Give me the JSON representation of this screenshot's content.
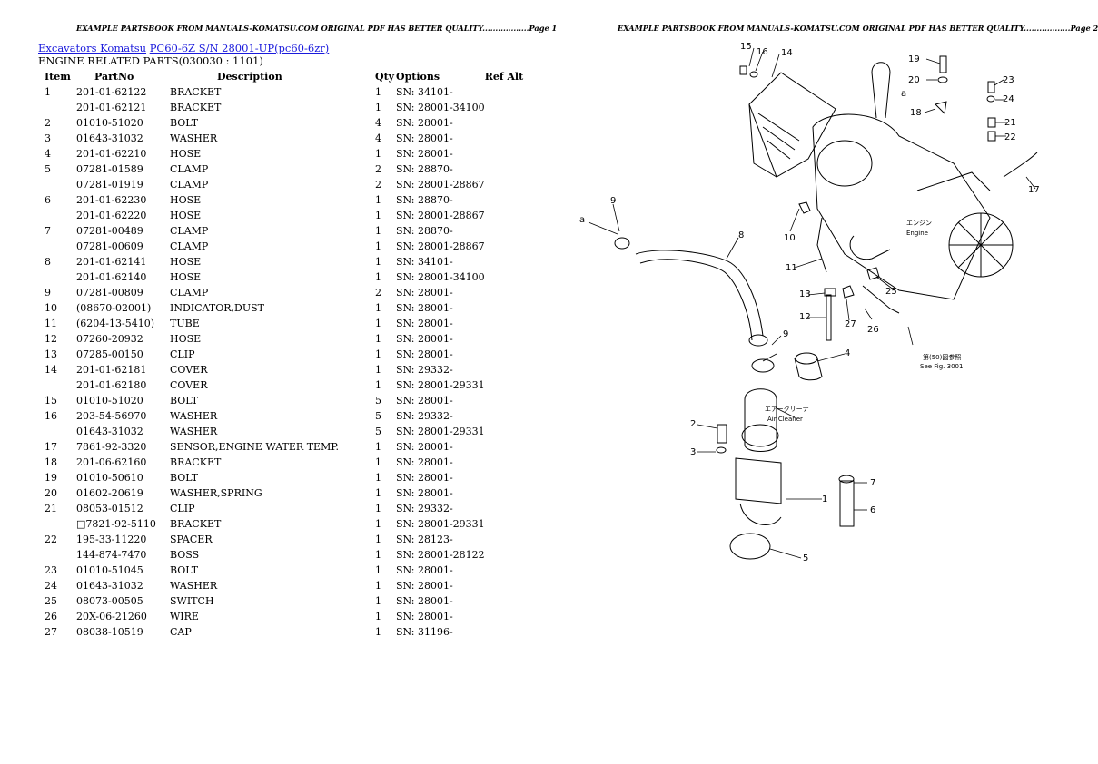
{
  "header": {
    "page1": "EXAMPLE PARTSBOOK FROM MANUALS-KOMATSU.COM ORIGINAL PDF HAS BETTER QUALITY..................Page 1",
    "page2": "EXAMPLE PARTSBOOK FROM MANUALS-KOMATSU.COM ORIGINAL PDF HAS BETTER QUALITY..................Page 2"
  },
  "breadcrumb": {
    "link1": "Excavators Komatsu",
    "link2": "PC60-6Z S/N 28001-UP(pc60-6zr)"
  },
  "subtitle": "ENGINE RELATED PARTS(030030 : 1101)",
  "table": {
    "headers": [
      "Item",
      "PartNo",
      "Description",
      "Qty",
      "Options",
      "Ref Alt"
    ],
    "rows": [
      [
        "1",
        "201-01-62122",
        "BRACKET",
        "1",
        "SN: 34101-"
      ],
      [
        "",
        "201-01-62121",
        "BRACKET",
        "1",
        "SN: 28001-34100"
      ],
      [
        "2",
        "01010-51020",
        "BOLT",
        "4",
        "SN: 28001-"
      ],
      [
        "3",
        "01643-31032",
        "WASHER",
        "4",
        "SN: 28001-"
      ],
      [
        "4",
        "201-01-62210",
        "HOSE",
        "1",
        "SN: 28001-"
      ],
      [
        "5",
        "07281-01589",
        "CLAMP",
        "2",
        "SN: 28870-"
      ],
      [
        "",
        "07281-01919",
        "CLAMP",
        "2",
        "SN: 28001-28867"
      ],
      [
        "6",
        "201-01-62230",
        "HOSE",
        "1",
        "SN: 28870-"
      ],
      [
        "",
        "201-01-62220",
        "HOSE",
        "1",
        "SN: 28001-28867"
      ],
      [
        "7",
        "07281-00489",
        "CLAMP",
        "1",
        "SN: 28870-"
      ],
      [
        "",
        "07281-00609",
        "CLAMP",
        "1",
        "SN: 28001-28867"
      ],
      [
        "8",
        "201-01-62141",
        "HOSE",
        "1",
        "SN: 34101-"
      ],
      [
        "",
        "201-01-62140",
        "HOSE",
        "1",
        "SN: 28001-34100"
      ],
      [
        "9",
        "07281-00809",
        "CLAMP",
        "2",
        "SN: 28001-"
      ],
      [
        "10",
        "(08670-02001)",
        "INDICATOR,DUST",
        "1",
        "SN: 28001-"
      ],
      [
        "11",
        "(6204-13-5410)",
        "TUBE",
        "1",
        "SN: 28001-"
      ],
      [
        "12",
        "07260-20932",
        "HOSE",
        "1",
        "SN: 28001-"
      ],
      [
        "13",
        "07285-00150",
        "CLIP",
        "1",
        "SN: 28001-"
      ],
      [
        "14",
        "201-01-62181",
        "COVER",
        "1",
        "SN: 29332-"
      ],
      [
        "",
        "201-01-62180",
        "COVER",
        "1",
        "SN: 28001-29331"
      ],
      [
        "15",
        "01010-51020",
        "BOLT",
        "5",
        "SN: 28001-"
      ],
      [
        "16",
        "203-54-56970",
        "WASHER",
        "5",
        "SN: 29332-"
      ],
      [
        "",
        "01643-31032",
        "WASHER",
        "5",
        "SN: 28001-29331"
      ],
      [
        "17",
        "7861-92-3320",
        "SENSOR,ENGINE WATER TEMP.",
        "1",
        "SN: 28001-"
      ],
      [
        "18",
        "201-06-62160",
        "BRACKET",
        "1",
        "SN: 28001-"
      ],
      [
        "19",
        "01010-50610",
        "BOLT",
        "1",
        "SN: 28001-"
      ],
      [
        "20",
        "01602-20619",
        "WASHER,SPRING",
        "1",
        "SN: 28001-"
      ],
      [
        "21",
        "08053-01512",
        "CLIP",
        "1",
        "SN: 29332-"
      ],
      [
        "",
        "□7821-92-5110",
        "BRACKET",
        "1",
        "SN: 28001-29331"
      ],
      [
        "22",
        "195-33-11220",
        "SPACER",
        "1",
        "SN: 28123-"
      ],
      [
        "",
        "144-874-7470",
        "BOSS",
        "1",
        "SN: 28001-28122"
      ],
      [
        "23",
        "01010-51045",
        "BOLT",
        "1",
        "SN: 28001-"
      ],
      [
        "24",
        "01643-31032",
        "WASHER",
        "1",
        "SN: 28001-"
      ],
      [
        "25",
        "08073-00505",
        "SWITCH",
        "1",
        "SN: 28001-"
      ],
      [
        "26",
        "20X-06-21260",
        "WIRE",
        "1",
        "SN: 28001-"
      ],
      [
        "27",
        "08038-10519",
        "CAP",
        "1",
        "SN: 31196-"
      ]
    ]
  },
  "diagram": {
    "callouts": [
      "1",
      "2",
      "3",
      "4",
      "5",
      "6",
      "7",
      "8",
      "9",
      "9",
      "10",
      "11",
      "12",
      "13",
      "14",
      "15",
      "16",
      "17",
      "18",
      "19",
      "20",
      "21",
      "22",
      "23",
      "24",
      "25",
      "26",
      "27",
      "a",
      "a"
    ],
    "labels": {
      "engine_jp": "エンジン",
      "engine": "Engine",
      "air_cleaner_jp": "エアークリーナ",
      "air_cleaner": "Air Cleaner",
      "see_fig_jp": "第(50)図参照",
      "see_fig": "See Fig. 3001"
    }
  }
}
